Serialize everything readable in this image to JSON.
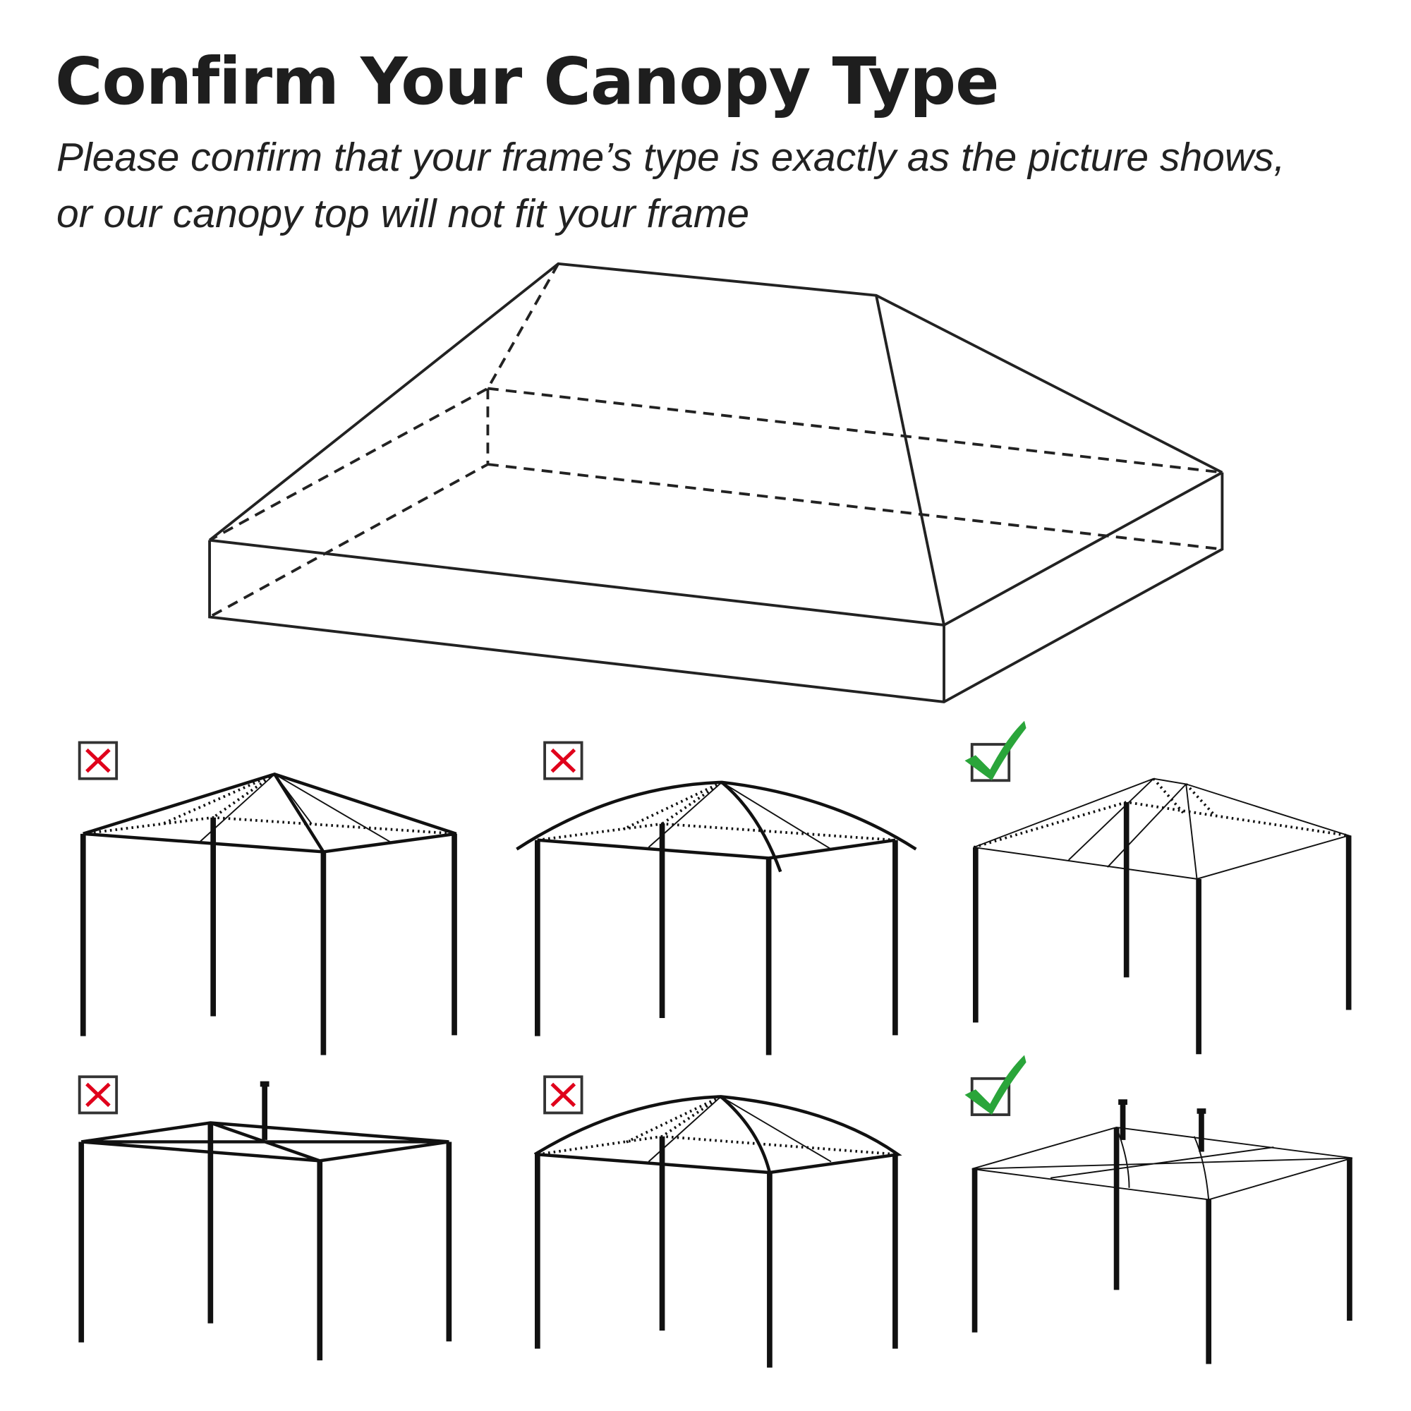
{
  "title": "Confirm Your Canopy Type",
  "subtitle_line1": "Please confirm that your frame’s type is exactly as the picture shows,",
  "subtitle_line2": "or our canopy top will not fit your frame",
  "frames": [
    {
      "name": "pyramid-top",
      "status": "incorrect"
    },
    {
      "name": "arched-pyramid-top",
      "status": "incorrect"
    },
    {
      "name": "flat-ridge-double-top",
      "status": "correct"
    },
    {
      "name": "flat-top-center-pole",
      "status": "incorrect"
    },
    {
      "name": "dome-top",
      "status": "incorrect"
    },
    {
      "name": "double-pole-ridge-top",
      "status": "correct"
    }
  ],
  "colors": {
    "wrong": "#e0001b",
    "correct": "#2aa53a",
    "line": "#222222"
  }
}
